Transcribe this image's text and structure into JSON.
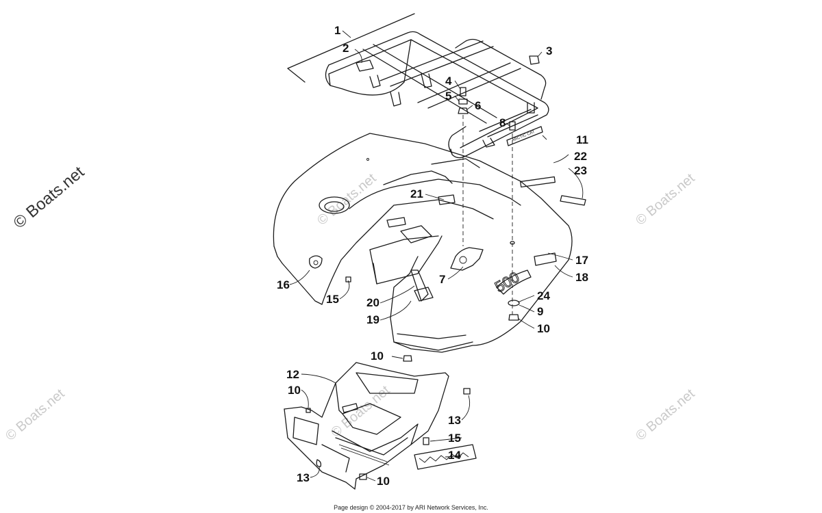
{
  "watermarks": {
    "side": "© Boats.net",
    "tile": "© Boats.net"
  },
  "callouts": [
    "1",
    "2",
    "3",
    "4",
    "5",
    "6",
    "7",
    "8",
    "9",
    "10",
    "11",
    "12",
    "13",
    "14",
    "15",
    "16",
    "17",
    "18",
    "19",
    "20",
    "21",
    "22",
    "23",
    "24"
  ],
  "repeat_callouts": {
    "c10b": "10",
    "c10c": "10",
    "c10d": "10",
    "c13b": "13",
    "c15b": "15"
  },
  "decal_text": "500",
  "footer": "Page design © 2004-2017 by ARI Network Services, Inc."
}
